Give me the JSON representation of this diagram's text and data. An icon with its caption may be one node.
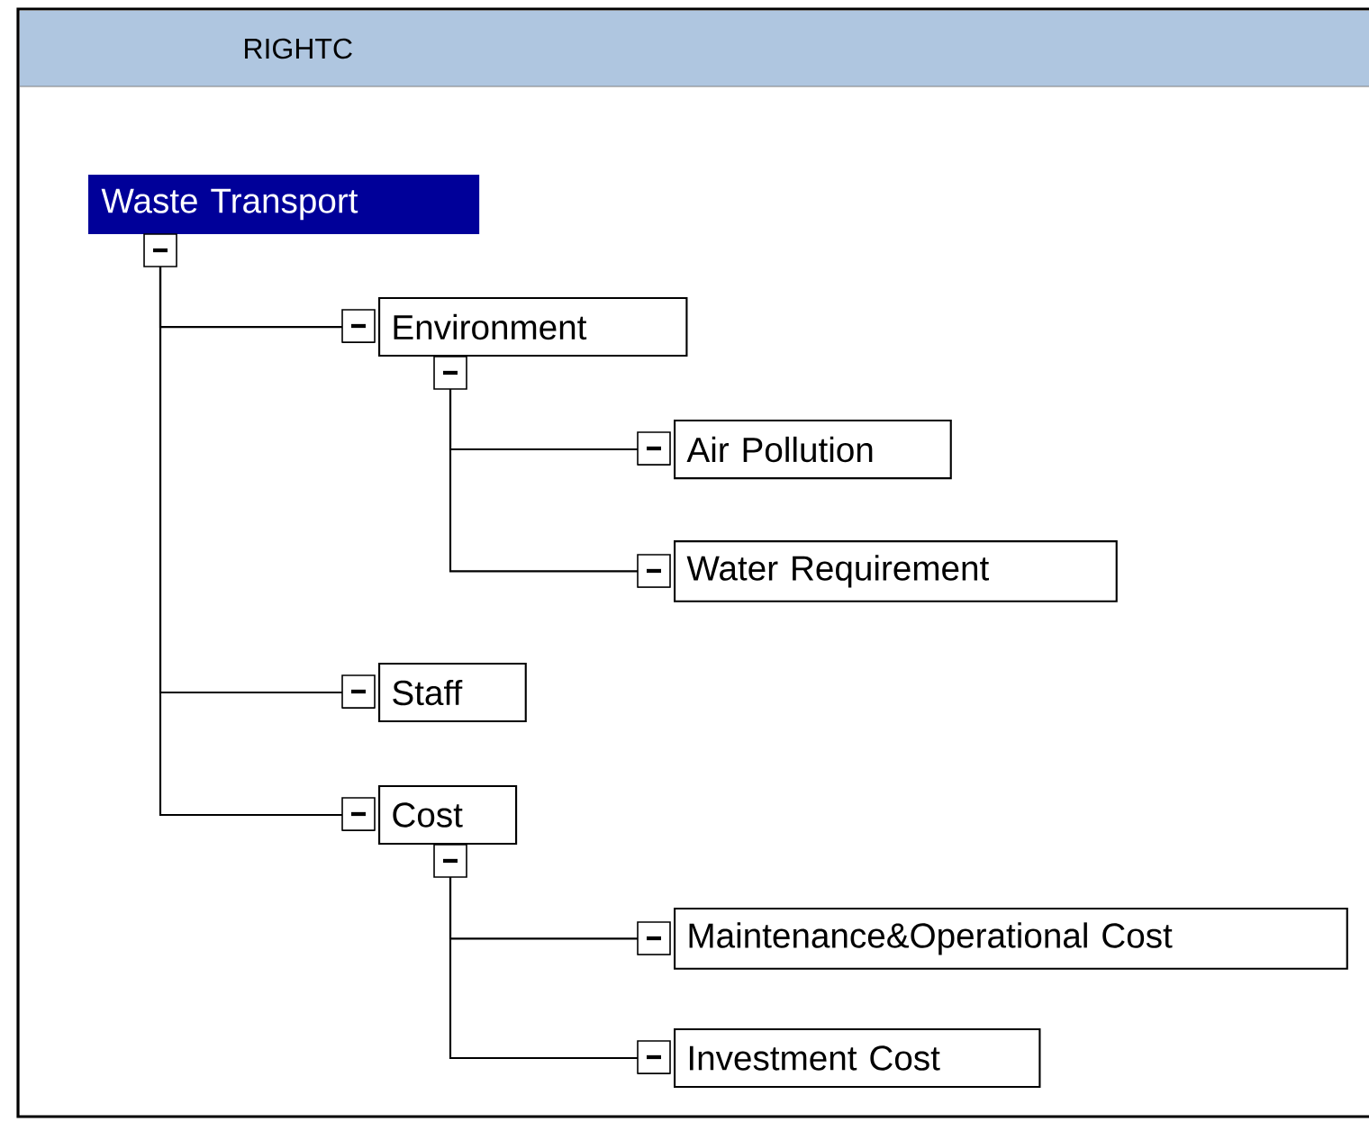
{
  "diagram": {
    "title": "RIGHTC",
    "nodes": [
      {
        "text": [
          "Waste Transport"
        ]
      },
      {
        "text": [
          "Environment"
        ]
      },
      {
        "text": [
          "Air Pollution"
        ]
      },
      {
        "text": [
          "Water Requirement"
        ]
      },
      {
        "text": [
          "Staff"
        ]
      },
      {
        "text": [
          "Cost"
        ]
      },
      {
        "text": [
          "Maintenance&Operational Cost"
        ]
      },
      {
        "text": [
          "Investment Cost"
        ]
      }
    ],
    "edges": [
      {
        "from": 0,
        "to": 1,
        "arrow": "other"
      },
      {
        "from": 1,
        "to": 2,
        "arrow": "other"
      },
      {
        "from": 1,
        "to": 3,
        "arrow": "other"
      },
      {
        "from": 0,
        "to": 4,
        "arrow": "other"
      },
      {
        "from": 0,
        "to": 5,
        "arrow": "other"
      },
      {
        "from": 5,
        "to": 6,
        "arrow": "other"
      },
      {
        "from": 5,
        "to": 7,
        "arrow": "other"
      }
    ]
  }
}
